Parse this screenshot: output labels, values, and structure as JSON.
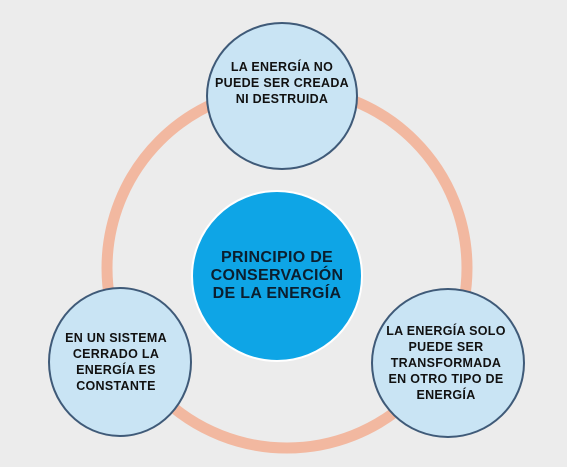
{
  "diagram": {
    "center": {
      "label": "PRINCIPIO DE\nCONSERVACIÓN\nDE LA ENERGÍA"
    },
    "nodes": [
      {
        "id": "top",
        "label": "LA ENERGÍA NO\nPUEDE SER CREADA\nNI DESTRUIDA"
      },
      {
        "id": "bottom-left",
        "label": "EN UN SISTEMA\nCERRADO LA\nENERGÍA ES\nCONSTANTE"
      },
      {
        "id": "bottom-right",
        "label": "LA ENERGÍA SOLO\nPUEDE SER\nTRANSFORMADA\nEN OTRO TIPO DE\nENERGÍA"
      }
    ],
    "colors": {
      "background": "#ececec",
      "ring": "#f2b8a0",
      "outer_fill": "#c9e4f4",
      "outer_border": "#3f5a78",
      "center_fill": "#0ea5e6"
    }
  }
}
